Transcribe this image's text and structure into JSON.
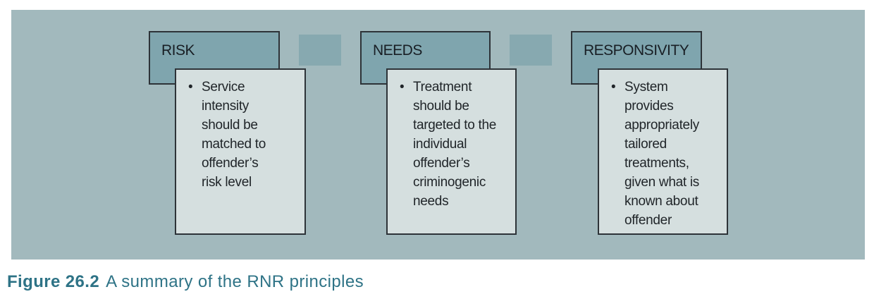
{
  "caption": {
    "label": "Figure 26.2",
    "text": "A summary of the RNR principles"
  },
  "bullet_glyph": "•",
  "columns": [
    {
      "title": "RISK",
      "text": "Service\nintensity\nshould be\nmatched to\noffender’s\nrisk level"
    },
    {
      "title": "NEEDS",
      "text": "Treatment\nshould be\ntargeted to the\nindividual\noffender’s\ncriminogenic\nneeds"
    },
    {
      "title": "RESPONSIVITY",
      "text": "System\nprovides\nappropriately\ntailored\ntreatments,\ngiven what is\nknown about\noffender"
    }
  ],
  "colors": {
    "panel_bg": "#a2b9bd",
    "header_bg": "#7fa5ae",
    "connector_bg": "#87a9b0",
    "content_bg": "#d5dfdf",
    "box_border": "#2d3338",
    "body_text": "#1f2428",
    "caption_text": "#2e7386"
  }
}
